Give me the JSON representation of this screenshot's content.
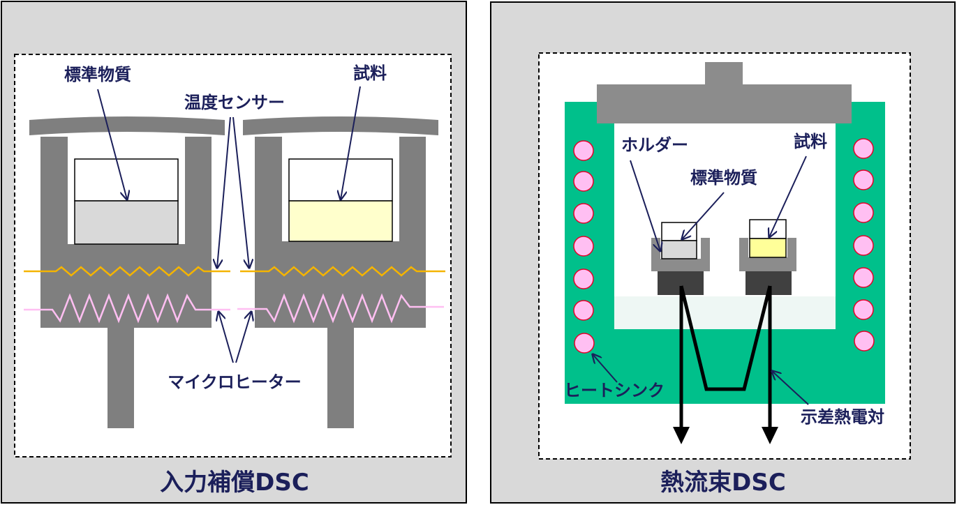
{
  "left_panel": {
    "title": "入力補償DSC",
    "labels": {
      "reference": "標準物質",
      "sample": "試料",
      "temp_sensor": "温度センサー",
      "micro_heater": "マイクロヒーター"
    }
  },
  "right_panel": {
    "title": "熱流束DSC",
    "labels": {
      "holder": "ホルダー",
      "sample": "試料",
      "reference": "標準物質",
      "heat_sink": "ヒートシンク",
      "thermocouple": "示差熱電対"
    }
  },
  "colors": {
    "panel_bg": "#d9d9d9",
    "block_gray": "#7f7f7f",
    "furnace_green": "#00c08b",
    "heater_pink": "#ffbff2",
    "sample_yellow": "#ffffcc",
    "sensor_orange": "#f4b400",
    "label_navy": "#1b1f5a"
  }
}
